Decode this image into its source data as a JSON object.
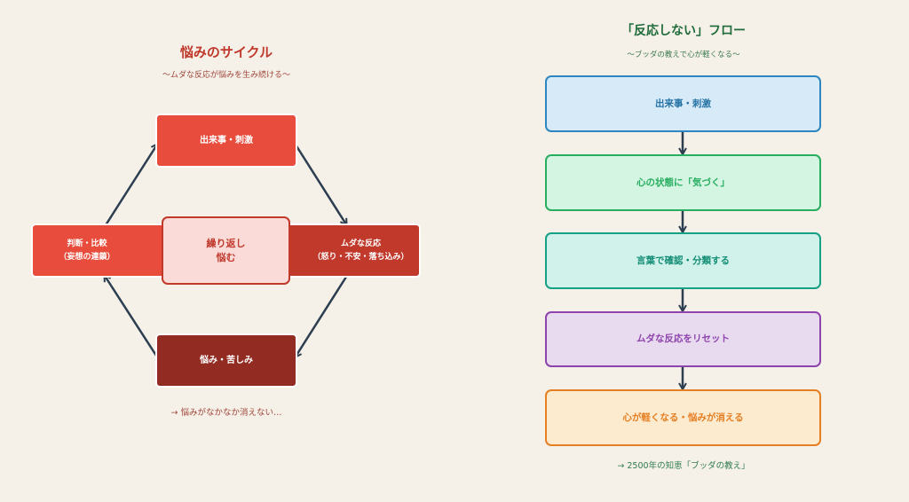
{
  "left": {
    "title": "悩みのサイクル",
    "subtitle": "〜ムダな反応が悩みを生み続ける〜",
    "nodes": {
      "top": "出来事・刺激",
      "right": "ムダな反応\n（怒り・不安・落ち込み）",
      "bottom": "悩み・苦しみ",
      "left": "判断・比較\n（妄想の連鎖）",
      "center": "繰り返し\n悩む"
    },
    "footer": "→ 悩みがなかなか消えない…"
  },
  "right": {
    "title": "「反応しない」フロー",
    "subtitle": "〜ブッダの教えで心が軽くなる〜",
    "steps": [
      "出来事・刺激",
      "心の状態に「気づく」",
      "言葉で確認・分類する",
      "ムダな反応をリセット",
      "心が軽くなる・悩みが消える"
    ],
    "footer": "→ 2500年の知恵「ブッダの教え」"
  },
  "colors": {
    "red": "#e74c3c",
    "darkred": "#c0392b",
    "deepred": "#922b21",
    "arrow": "#2c3e50"
  }
}
